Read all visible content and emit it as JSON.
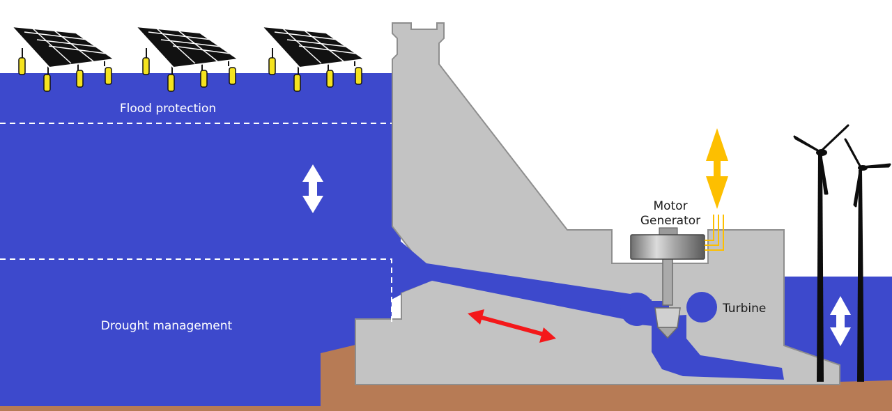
{
  "labels": {
    "flood": "Flood protection",
    "drought": "Drought management",
    "motor": "Motor",
    "generator": "Generator",
    "turbine": "Turbine"
  },
  "colors": {
    "water": "#3d49cc",
    "dam": "#c3c3c3",
    "ground": "#b77b55",
    "solar_panel": "#111111",
    "float": "#f5e31f",
    "power_arrow": "#fdbf00",
    "flow_arrow": "#f4181a",
    "level_arrow": "#ffffff"
  },
  "icons": [
    "solar-panel-icon",
    "wind-turbine-icon",
    "double-arrow-icon"
  ]
}
